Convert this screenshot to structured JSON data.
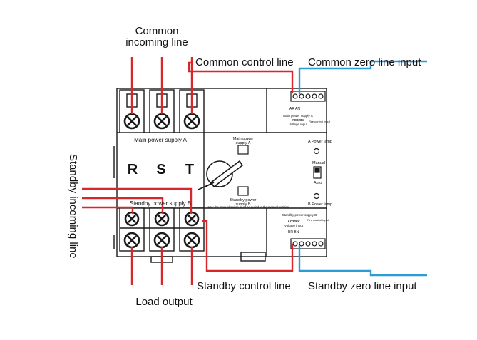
{
  "labels": {
    "common_incoming_line_1": "Common",
    "common_incoming_line_2": "incoming line",
    "common_control_line": "Common control line",
    "common_zero_line_input": "Common zero line input",
    "standby_incoming_line": "Standby incoming line",
    "standby_control_line": "Standby control line",
    "standby_zero_line_input": "Standby zero line input",
    "load_output": "Load output"
  },
  "device": {
    "main_power_supply": "Main power supply A",
    "standby_power_supply": "Standby power supply B",
    "phase_r": "R",
    "phase_s": "S",
    "phase_t": "T",
    "main_power_supply_a_1": "Main power",
    "main_power_supply_a_2": "supply A",
    "standby_power_supply_b_1": "Standby power",
    "standby_power_supply_b_2": "supply B",
    "manual_note": "Note: the manual switch must be pulled to the manual position.",
    "a_power_lamp": "A Power lamp",
    "b_power_lamp": "B Power lamp",
    "manual": "Manual",
    "auto": "Auto",
    "top_terminal_ar_an": "AR  AN",
    "top_main_supply_small": "Main power supply A",
    "top_ac_voltage": "AC220V",
    "top_voltage_input": "Voltage input",
    "top_fire_input": "Fire control input",
    "bottom_standby_small": "Standby power supply B",
    "bottom_ac_voltage": "AC220V",
    "bottom_voltage_input": "Voltage input",
    "bottom_terminal_br_bn": "BR  BN",
    "bottom_fire_input": "Fire control input"
  },
  "colors": {
    "red_wire": "#d9262a",
    "blue_wire": "#2e9bd6",
    "outline": "#1a1a1a"
  }
}
